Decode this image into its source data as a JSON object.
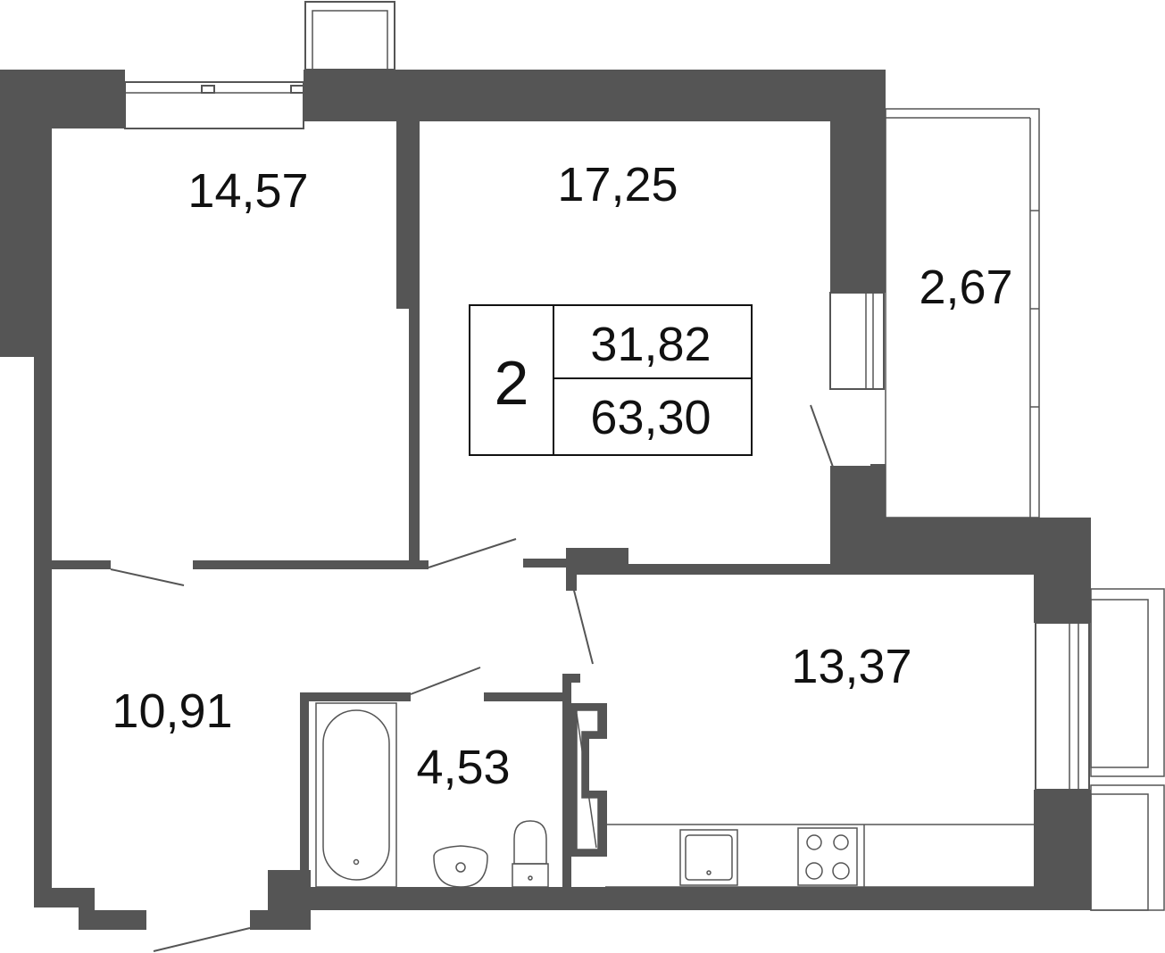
{
  "plan": {
    "rooms": {
      "bedroom": "14,57",
      "living_room": "17,25",
      "balcony": "2,67",
      "kitchen": "13,37",
      "hallway": "10,91",
      "bathroom": "4,53"
    },
    "summary": {
      "rooms_count": "2",
      "living_area": "31,82",
      "total_area": "63,30"
    }
  },
  "colors": {
    "wall": "#555555",
    "background": "#ffffff",
    "text": "#111111"
  }
}
